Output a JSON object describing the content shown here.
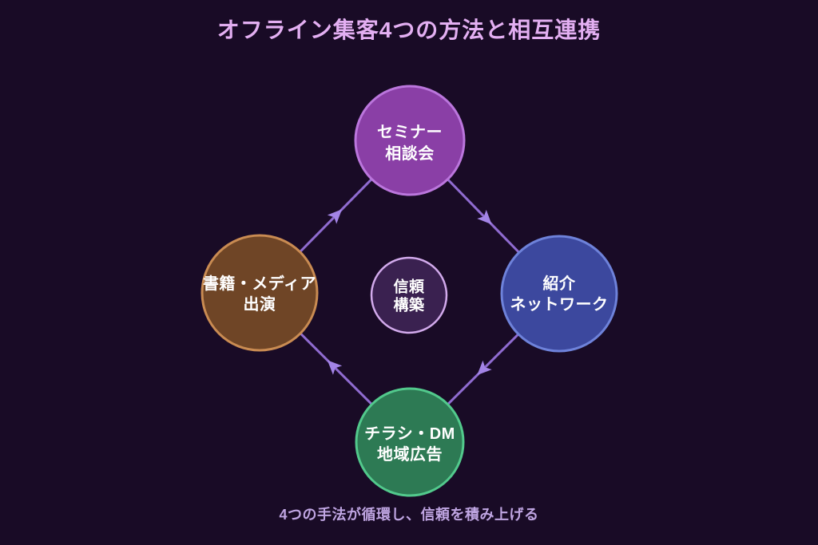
{
  "title": "オフライン集客4つの方法と相互連携",
  "caption": "4つの手法が循環し、信頼を積み上げる",
  "colors": {
    "background": "#190b26",
    "title_text": "#e3aff2",
    "caption_text": "#bfa5e2",
    "node_label_text": "#ffffff"
  },
  "nodes": {
    "top": {
      "id": "seminar",
      "line1": "セミナー",
      "line2": "相談会",
      "fill": "#8a3fa6",
      "border": "#bb76dd"
    },
    "right": {
      "id": "referral",
      "line1": "紹介",
      "line2": "ネットワーク",
      "fill": "#3c489e",
      "border": "#6e82da"
    },
    "bottom": {
      "id": "flyer",
      "line1": "チラシ・DM",
      "line2": "地域広告",
      "fill": "#2d7a54",
      "border": "#52c98c"
    },
    "left": {
      "id": "media",
      "line1": "書籍・メディア",
      "line2": "出演",
      "fill": "#6f4526",
      "border": "#c98b52"
    }
  },
  "center_node": {
    "id": "trust",
    "line1": "信頼",
    "line2": "構築",
    "fill": "#3a2150",
    "border": "#d2aaec"
  },
  "flow": {
    "direction": "clockwise",
    "line_color": "#8f6bd0",
    "arrowhead_color": "#a384e6",
    "arrows": [
      {
        "from": "書籍・メディア出演",
        "to": "セミナー相談会"
      },
      {
        "from": "セミナー相談会",
        "to": "紹介ネットワーク"
      },
      {
        "from": "紹介ネットワーク",
        "to": "チラシ・DM地域広告"
      },
      {
        "from": "チラシ・DM地域広告",
        "to": "書籍・メディア出演"
      }
    ]
  }
}
